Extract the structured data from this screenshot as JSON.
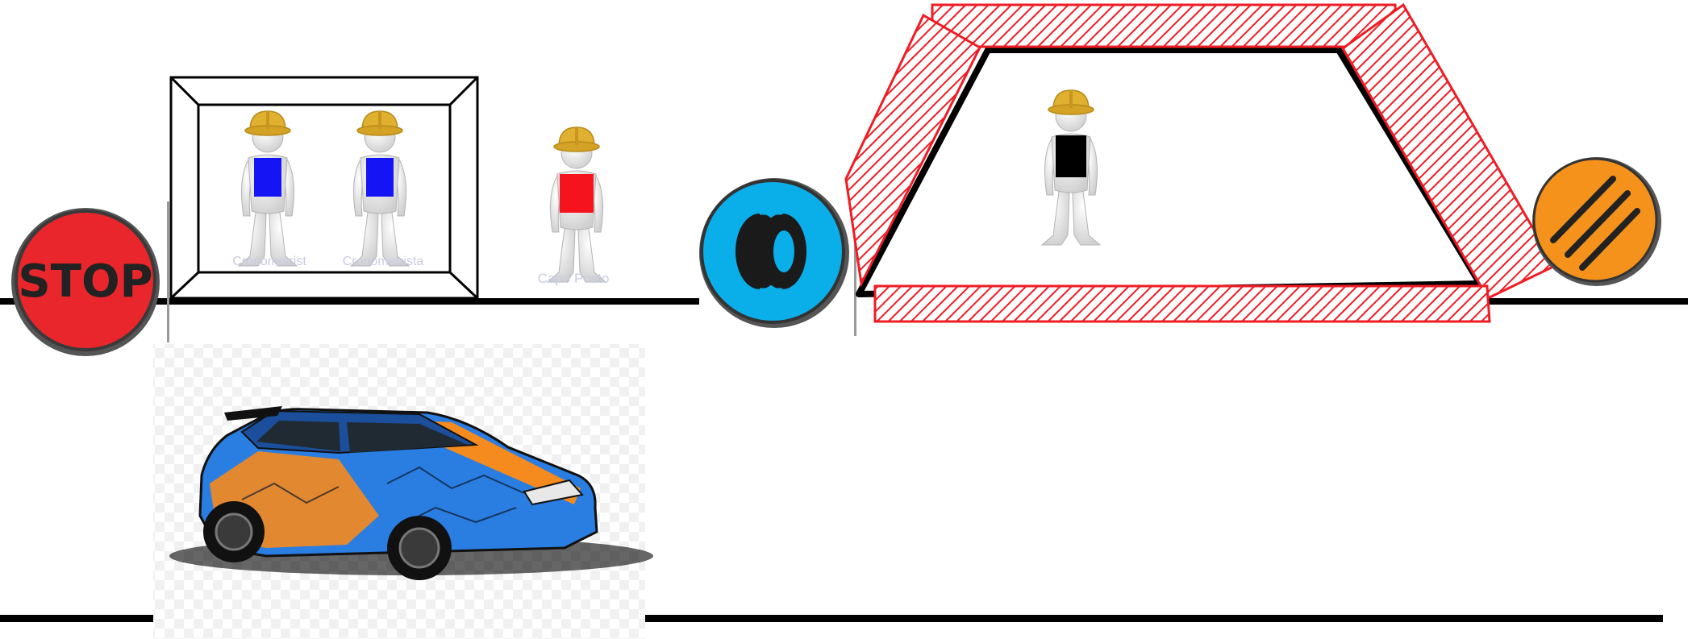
{
  "signs": {
    "stop": {
      "text": "STOP",
      "color": "#e8262b"
    },
    "tyre": {
      "icon": "tyre-icon",
      "color": "#0aaee8"
    },
    "end": {
      "icon": "end-of-restrictions-icon",
      "color": "#f5921b"
    }
  },
  "labels": {
    "timekeeper_1": "Cronometrist",
    "timekeeper_2": "Cronometrista",
    "post_chief": "Capo Posto"
  },
  "colors": {
    "marshal_timekeeper": "#1414f5",
    "marshal_chief": "#f5141e",
    "marshal_parc": "#000000",
    "helmet": "#e0b030",
    "hatch_zone": "#ef1c24",
    "rally_car": "#2a7de1"
  }
}
